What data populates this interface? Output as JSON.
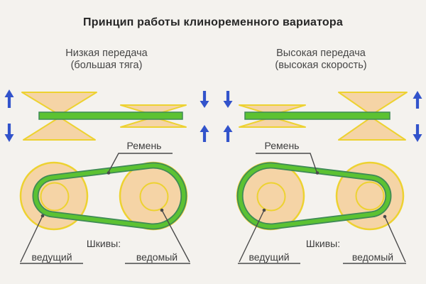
{
  "title": "Принцип работы клиноременного вариатора",
  "colors": {
    "background": "#f4f2ee",
    "pulley_fill": "#f5d4a6",
    "pulley_stroke": "#edd231",
    "belt_core": "#5cc232",
    "belt_edge": "#3e8a56",
    "arrow_blue": "#3253cb",
    "title_color": "#262626",
    "label_color": "#3d3d3d",
    "leader_line": "#4a4a4a"
  },
  "panels": [
    {
      "name": "Низкая передача",
      "note": "(большая тяга)",
      "belt_label": "Ремень",
      "pulleys_label": "Шкивы:",
      "driving_label": "ведущий",
      "driven_label": "ведомый"
    },
    {
      "name": "Высокая передача",
      "note": "(высокая скорость)",
      "belt_label": "Ремень",
      "pulleys_label": "Шкивы:",
      "driving_label": "ведущий",
      "driven_label": "ведомый"
    }
  ]
}
